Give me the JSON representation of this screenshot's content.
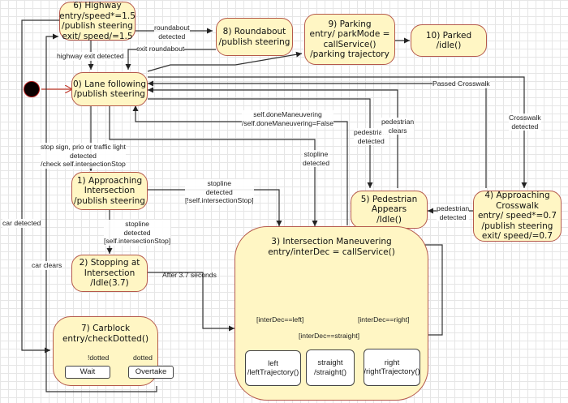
{
  "diagram": {
    "type": "state-machine",
    "colors": {
      "state_fill": "#fff6c4",
      "state_border": "#b5594b",
      "initial_node": "#0b0000",
      "initial_arrow": "#c0392b",
      "edge": "#333333"
    },
    "states": {
      "s0": {
        "line1": "0) Lane following",
        "line2": "/publish steering"
      },
      "s1": {
        "line1": "1) Approaching",
        "line2": "Intersection",
        "line3": "/publish steering"
      },
      "s2": {
        "line1": "2) Stopping at",
        "line2": "Intersection",
        "line3": "/Idle(3.7)"
      },
      "s3": {
        "line1": "3) Intersection Maneuvering",
        "line2": "entry/interDec = callService()"
      },
      "s4": {
        "line1": "4) Approaching",
        "line2": "Crosswalk",
        "line3": "entry/ speed*=0.7",
        "line4": "/publish steering",
        "line5": "exit/ speed/=0.7"
      },
      "s5": {
        "line1": "5) Pedestrian",
        "line2": "Appears",
        "line3": "/Idle()"
      },
      "s6": {
        "line1": "6) Highway",
        "line2": "entry/speed*=1.5",
        "line3": "/publish steering",
        "line4": "exit/ speed/=1.5"
      },
      "s7": {
        "line1": "7) Carblock",
        "line2": "entry/checkDotted()"
      },
      "s8": {
        "line1": "8) Roundabout",
        "line2": "/publish steering"
      },
      "s9": {
        "line1": "9) Parking",
        "line2": "entry/ parkMode =",
        "line3": "callService()",
        "line4": "/parking trajectory"
      },
      "s10": {
        "line1": "10) Parked",
        "line2": "/idle()"
      }
    },
    "substates": {
      "left": {
        "line1": "left",
        "line2": "/leftTrajectory()"
      },
      "straight": {
        "line1": "straight",
        "line2": "/straight()"
      },
      "right": {
        "line1": "right",
        "line2": "/rightTrajectory()"
      },
      "wait": {
        "line1": "Wait"
      },
      "overtake": {
        "line1": "Overtake"
      }
    },
    "transitions": {
      "roundabout_detected": {
        "l1": "roundabout",
        "l2": "detected"
      },
      "highway_exit": {
        "l1": "highway exit detected"
      },
      "exit_roundabout": {
        "l1": "exit roundabout"
      },
      "passed_crosswalk": {
        "l1": "Passed Crosswalk"
      },
      "done_maneuvering": {
        "l1": "self.doneManeuvering",
        "l2": "/self.doneManeuvering=False"
      },
      "pedestrian_detected_top": {
        "l1": "pedestria...",
        "l2": "detected"
      },
      "pedestrian_clears": {
        "l1": "pedestrian",
        "l2": "clears"
      },
      "crosswalk_detected": {
        "l1": "Crosswalk",
        "l2": "detected"
      },
      "stop_sign": {
        "l1": "stop sign, prio or traffic light",
        "l2": "detected",
        "l3": "/check self.intersectionStop"
      },
      "stopline_detected_top": {
        "l1": "stopline",
        "l2": "detected"
      },
      "stopline_not_stop": {
        "l1": "stopline",
        "l2": "detected",
        "l3": "[!self.intersectionStop]"
      },
      "stopline_stop": {
        "l1": "stopline",
        "l2": "detected",
        "l3": "[self.intersectionStop]"
      },
      "pedestrian_detected_side": {
        "l1": "pedestrian",
        "l2": "detected"
      },
      "car_detected": {
        "l1": "car detected"
      },
      "car_clears": {
        "l1": "car clears"
      },
      "after_seconds": {
        "l1": "After 3.7 seconds"
      },
      "guard_left": {
        "l1": "[interDec==left]"
      },
      "guard_straight": {
        "l1": "[interDec==straight]"
      },
      "guard_right": {
        "l1": "[interDec==right]"
      },
      "not_dotted": {
        "l1": "!dotted"
      },
      "dotted": {
        "l1": "dotted"
      }
    }
  }
}
